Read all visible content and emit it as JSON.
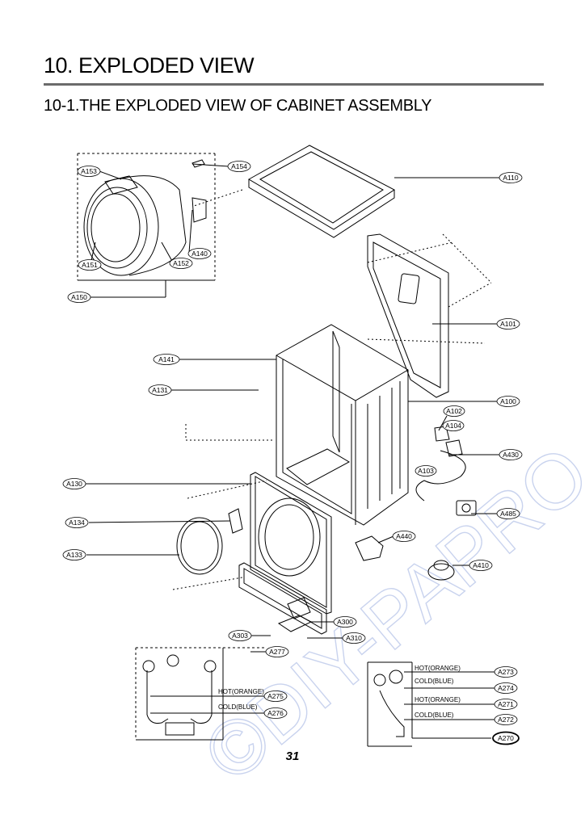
{
  "heading": "10. EXPLODED VIEW",
  "subheading": "10-1.THE EXPLODED VIEW OF CABINET ASSEMBLY",
  "watermark": "©DIY-PAPRO.cz",
  "page_number": "31",
  "labels": {
    "A110": "A110",
    "A154": "A154",
    "A153": "A153",
    "A140": "A140",
    "A152": "A152",
    "A151": "A151",
    "A150": "A150",
    "A101": "A101",
    "A141": "A141",
    "A131": "A131",
    "A100": "A100",
    "A102": "A102",
    "A104": "A104",
    "A430": "A430",
    "A103": "A103",
    "A130": "A130",
    "A485": "A485",
    "A134": "A134",
    "A440": "A440",
    "A133": "A133",
    "A410": "A410",
    "A300": "A300",
    "A303": "A303",
    "A310": "A310",
    "A277": "A277",
    "A275": "A275",
    "A276": "A276",
    "A273": "A273",
    "A274": "A274",
    "A271": "A271",
    "A272": "A272",
    "A270": "A270"
  },
  "notes": {
    "hot_left": "HOT(ORANGE)",
    "cold_left": "COLD(BLUE)",
    "hot_r1": "HOT(ORANGE)",
    "cold_r1": "COLD(BLUE)",
    "hot_r2": "HOT(ORANGE)",
    "cold_r2": "COLD(BLUE)"
  }
}
